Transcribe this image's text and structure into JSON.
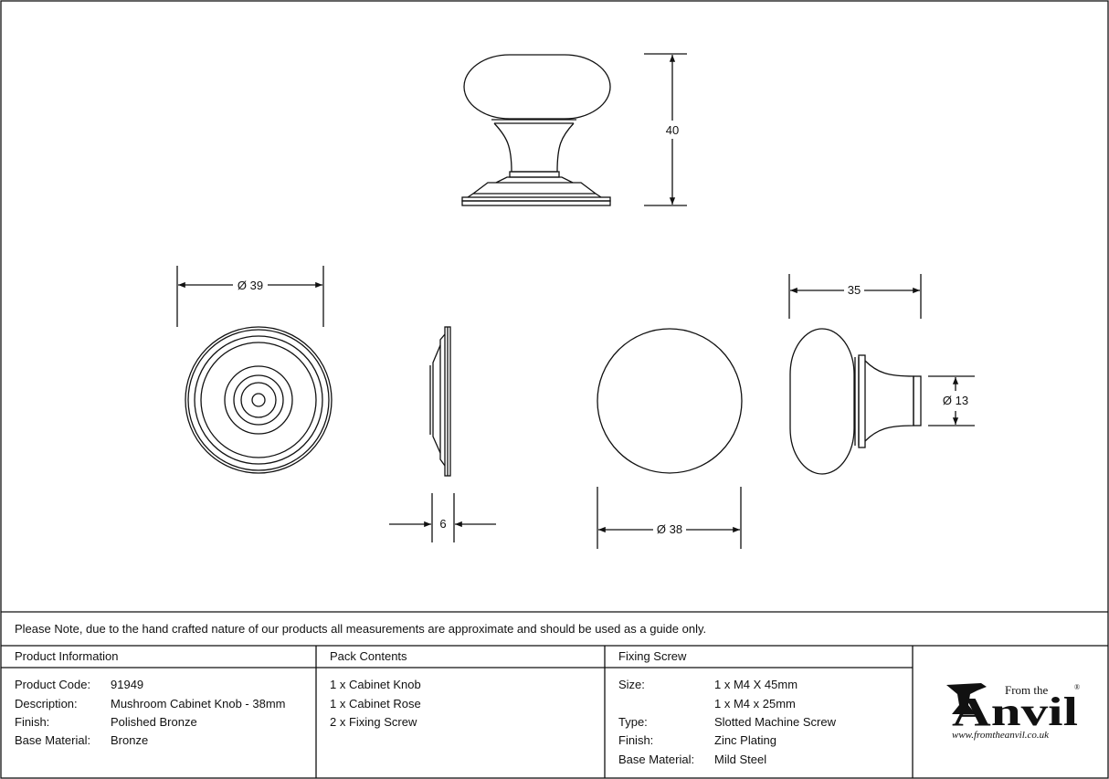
{
  "dimensions": {
    "height": "40",
    "rose_diameter": "Ø 39",
    "rose_thickness": "6",
    "knob_diameter": "Ø 38",
    "projection": "35",
    "stem_diameter": "Ø 13"
  },
  "note": "Please Note, due to the hand crafted nature of our products all measurements are approximate and should be used as a guide only.",
  "product_info": {
    "heading": "Product Information",
    "rows": [
      {
        "label": "Product Code:",
        "value": "91949"
      },
      {
        "label": "Description:",
        "value": "Mushroom Cabinet Knob - 38mm"
      },
      {
        "label": "Finish:",
        "value": "Polished Bronze"
      },
      {
        "label": "Base Material:",
        "value": "Bronze"
      }
    ]
  },
  "pack_contents": {
    "heading": "Pack Contents",
    "items": [
      "1 x Cabinet Knob",
      "1 x Cabinet Rose",
      "2 x Fixing Screw"
    ]
  },
  "fixing_screw": {
    "heading": "Fixing Screw",
    "rows": [
      {
        "label": "Size:",
        "value": "1 x M4 X 45mm"
      },
      {
        "label": "",
        "value": "1 x M4 x 25mm"
      },
      {
        "label": "Type:",
        "value": "Slotted Machine Screw"
      },
      {
        "label": "Finish:",
        "value": "Zinc Plating"
      },
      {
        "label": "Base Material:",
        "value": "Mild Steel"
      }
    ]
  },
  "logo": {
    "small": "From the",
    "big": "Anvil",
    "registered": "®",
    "url": "www.fromtheanvil.co.uk"
  }
}
